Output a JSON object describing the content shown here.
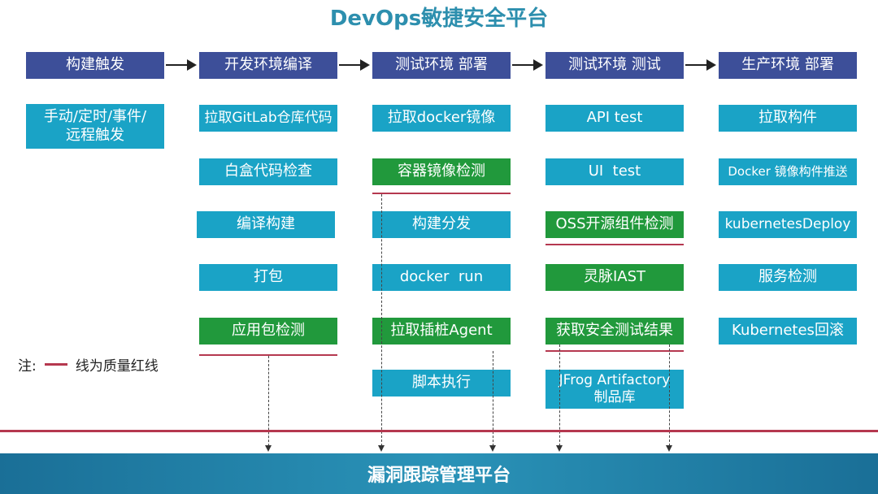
{
  "title": "DevOps敏捷安全平台",
  "stages": [
    "构建触发",
    "开发环境编译",
    "测试环境 部署",
    "测试环境 测试",
    "生产环境 部署"
  ],
  "col1": {
    "trigger_line1": "手动/定时/事件/",
    "trigger_line2": "远程触发"
  },
  "col2": [
    "拉取GitLab仓库代码",
    "白盒代码检查",
    "编译构建",
    "打包",
    "应用包检测"
  ],
  "col3": [
    "拉取docker镜像",
    "容器镜像检测",
    "构建分发",
    "docker  run",
    "拉取插桩Agent",
    "脚本执行"
  ],
  "col4": {
    "items": [
      "API test",
      "UI  test",
      "OSS开源组件检测",
      "灵脉IAST",
      "获取安全测试结果"
    ],
    "jfrog_line1": "JFrog Artifactory",
    "jfrog_line2": "制品库"
  },
  "col5": [
    "拉取构件",
    "Docker 镜像构件推送",
    "kubernetesDeploy",
    "服务检测",
    "Kubernetes回滚"
  ],
  "legend": {
    "prefix": "注:",
    "text": "线为质量红线"
  },
  "footer": "漏洞跟踪管理平台",
  "colors": {
    "stage": "#3d4f99",
    "step": "#1aa3c6",
    "security_step": "#21993c",
    "quality_redline": "#b5384f"
  }
}
